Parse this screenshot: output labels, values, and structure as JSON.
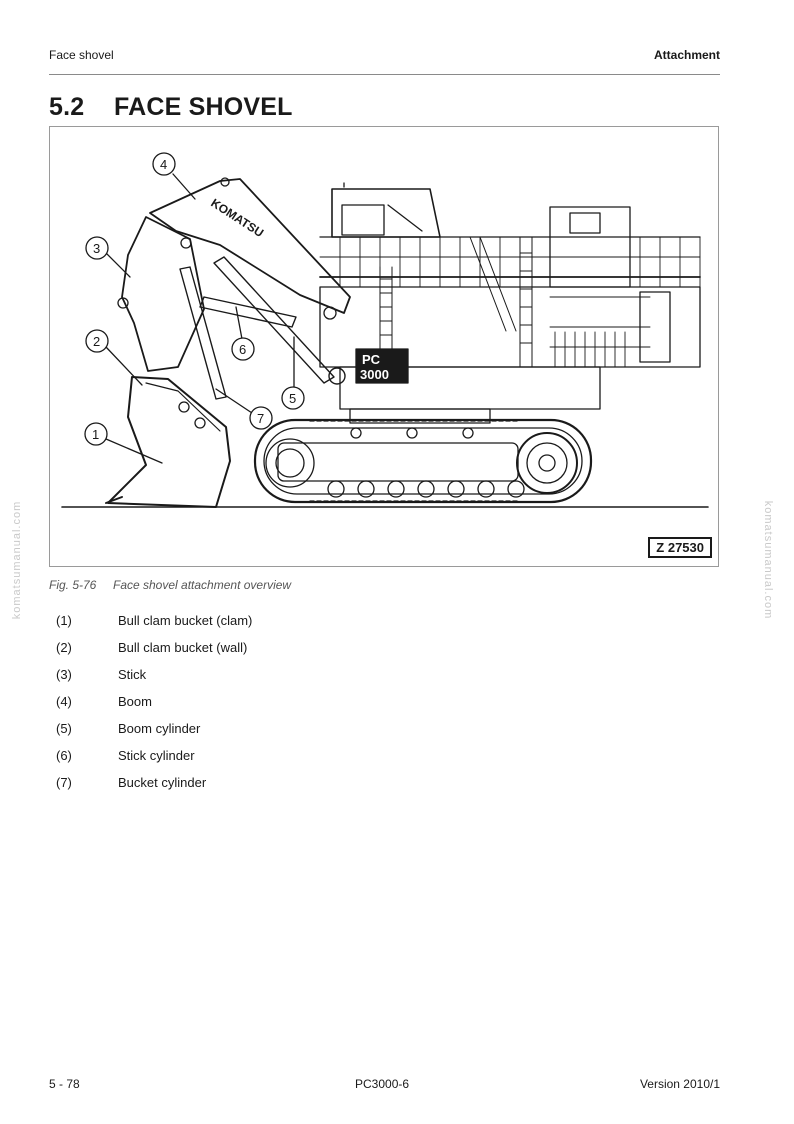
{
  "header": {
    "left": "Face shovel",
    "right": "Attachment"
  },
  "section": {
    "number": "5.2",
    "title": "FACE SHOVEL"
  },
  "figure": {
    "code": "Z 27530",
    "brand_text": "KOMATSU",
    "model_top": "PC",
    "model_bottom": "3000",
    "callouts": [
      "1",
      "2",
      "3",
      "4",
      "5",
      "6",
      "7"
    ]
  },
  "caption": {
    "number": "Fig. 5-76",
    "text": "Face shovel attachment overview"
  },
  "legend": [
    {
      "no": "(1)",
      "label": "Bull clam bucket (clam)"
    },
    {
      "no": "(2)",
      "label": "Bull clam bucket (wall)"
    },
    {
      "no": "(3)",
      "label": "Stick"
    },
    {
      "no": "(4)",
      "label": "Boom"
    },
    {
      "no": "(5)",
      "label": "Boom cylinder"
    },
    {
      "no": "(6)",
      "label": "Stick cylinder"
    },
    {
      "no": "(7)",
      "label": "Bucket cylinder"
    }
  ],
  "watermark": "komatsumanual.com",
  "footer": {
    "page": "5  - 78",
    "model": "PC3000-6",
    "version": "Version 2010/1"
  }
}
